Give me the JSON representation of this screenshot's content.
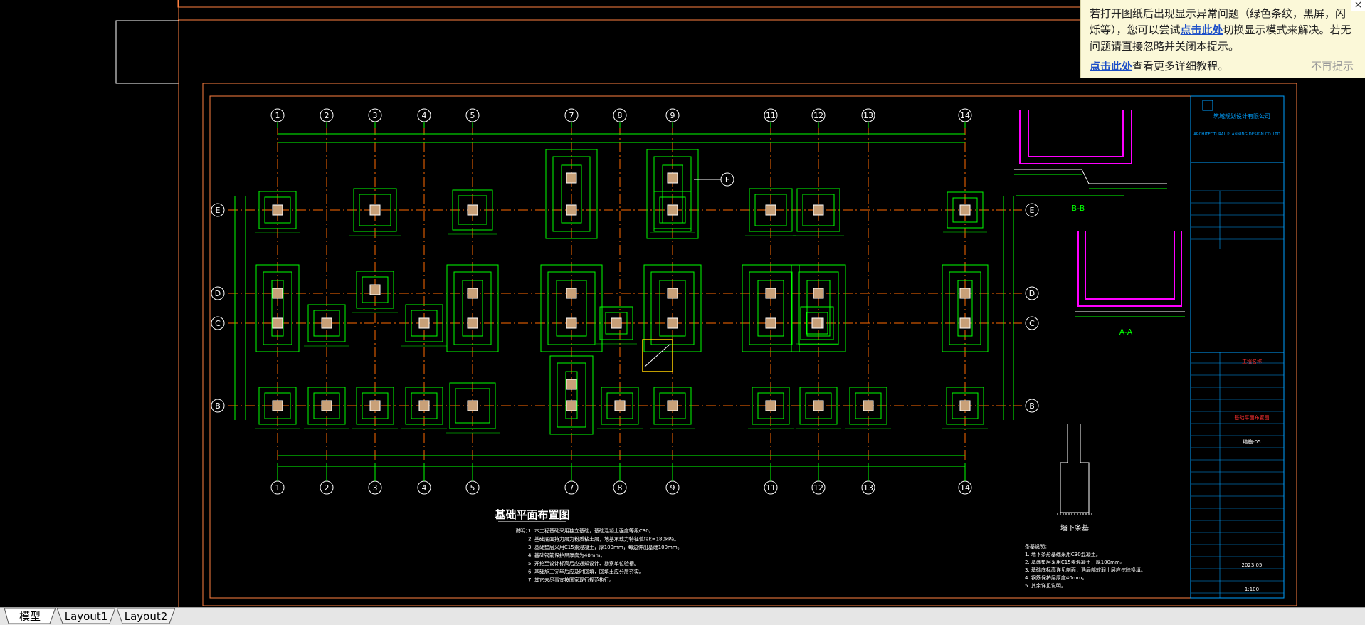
{
  "drawing": {
    "title": "基础平面布置图",
    "section_bb_label": "B-B",
    "section_aa_label": "A-A",
    "wall_section_label": "墙下条基",
    "grid_columns": [
      "1",
      "2",
      "3",
      "4",
      "5",
      "7",
      "8",
      "9",
      "11",
      "12",
      "13",
      "14"
    ],
    "grid_rows": [
      "E",
      "D",
      "C",
      "B"
    ],
    "extra_axis": "F",
    "notes_header": "说明：",
    "notes": [
      "1. 本工程基础采用独立基础，基础混凝土强度等级C30。",
      "2. 基础底面持力层为粉质粘土层，地基承载力特征值fak=180kPa。",
      "3. 基础垫层采用C15素混凝土，厚100mm，每边伸出基础100mm。",
      "4. 基础钢筋保护层厚度为40mm。",
      "5. 开挖至设计标高后应通知设计、勘察单位验槽。",
      "6. 基础施工完毕后应及时回填，回填土应分层夯实。",
      "7. 其它未尽事宜按国家现行规范执行。"
    ],
    "right_notes": [
      "条基说明：",
      "1. 墙下条形基础采用C30混凝土。",
      "2. 基础垫层采用C15素混凝土，厚100mm。",
      "3. 基础底标高详见剖面，遇局部软弱土层应挖除换填。",
      "4. 钢筋保护层厚度40mm。",
      "5. 其余详见说明。"
    ]
  },
  "title_block": {
    "company_cn": "筑城规划设计有限公司",
    "company_en": "ARCHITECTURAL PLANNING DESIGN CO.,LTD",
    "project_name": "工程名称",
    "drawing_name": "基础平面布置图",
    "drawing_no": "结施-05",
    "scale": "1:100",
    "date": "2023.05"
  },
  "notice": {
    "message_before": "若打开图纸后出现显示异常问题（绿色条纹，黑屏，闪烁等），您可以尝试",
    "link1": "点击此处",
    "message_after": "切换显示模式来解决。若无问题请直接忽略并关闭本提示。",
    "link2": "点击此处",
    "tutorial_text": "查看更多详细教程。",
    "dismiss_label": "不再提示",
    "close_label": "×"
  },
  "tabs": [
    {
      "label": "模型",
      "active": true
    },
    {
      "label": "Layout1",
      "active": false
    },
    {
      "label": "Layout2",
      "active": false
    }
  ],
  "colors": {
    "background": "#000000",
    "grid": "#00ff00",
    "axis_line": "#ff6a00",
    "column": "#c8a078",
    "section_wall": "#ff00ff",
    "frame": "#ff8040",
    "title_block": "#00a0ff"
  }
}
